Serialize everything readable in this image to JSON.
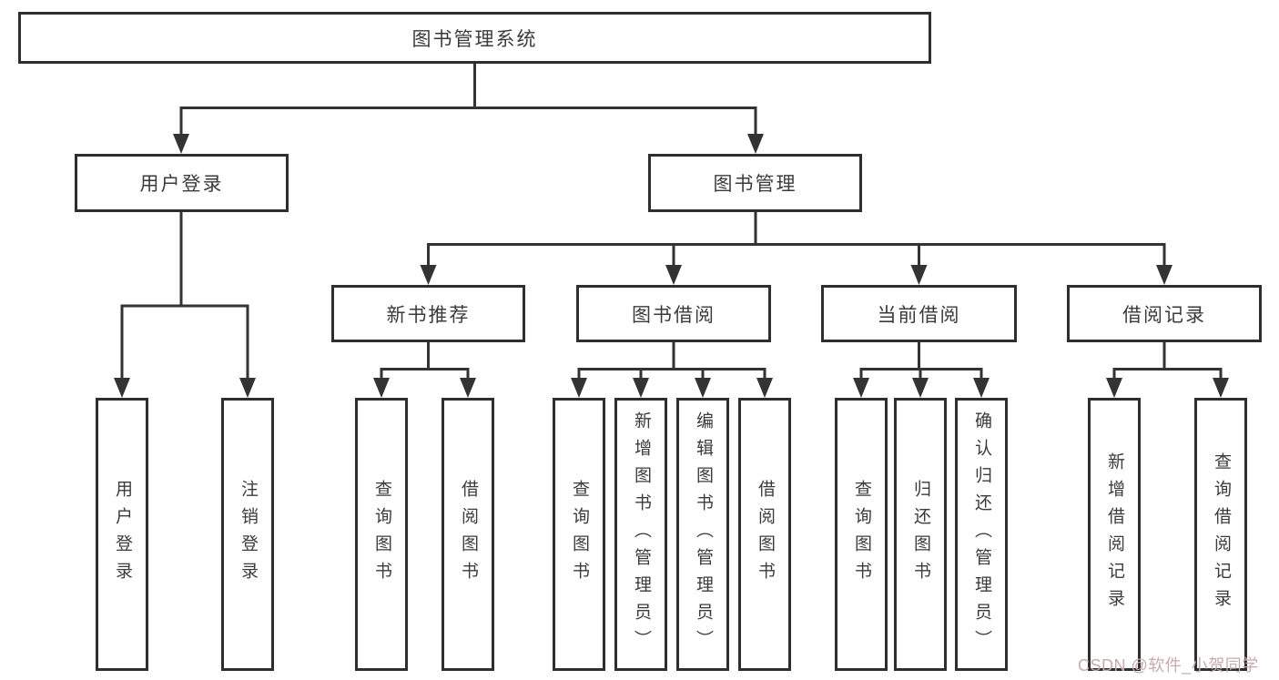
{
  "diagram": {
    "root": "图书管理系统",
    "level2": [
      "用户登录",
      "图书管理"
    ],
    "level3": [
      "新书推荐",
      "图书借阅",
      "当前借阅",
      "借阅记录"
    ],
    "leaves": {
      "user": [
        "用户登录",
        "注销登录"
      ],
      "recommend": [
        "查询图书",
        "借阅图书"
      ],
      "borrow": [
        "查询图书",
        "新增图书（管理员）",
        "编辑图书（管理员）",
        "借阅图书"
      ],
      "current": [
        "查询图书",
        "归还图书",
        "确认归还（管理员）"
      ],
      "records": [
        "新增借阅记录",
        "查询借阅记录"
      ]
    },
    "watermark": "CSDN @软件_小贺同学",
    "colors": {
      "line": "#333333",
      "border": "#2e2e2e",
      "text": "#3b3b3b",
      "watermark": "#c9abab",
      "background": "#ffffff"
    }
  }
}
